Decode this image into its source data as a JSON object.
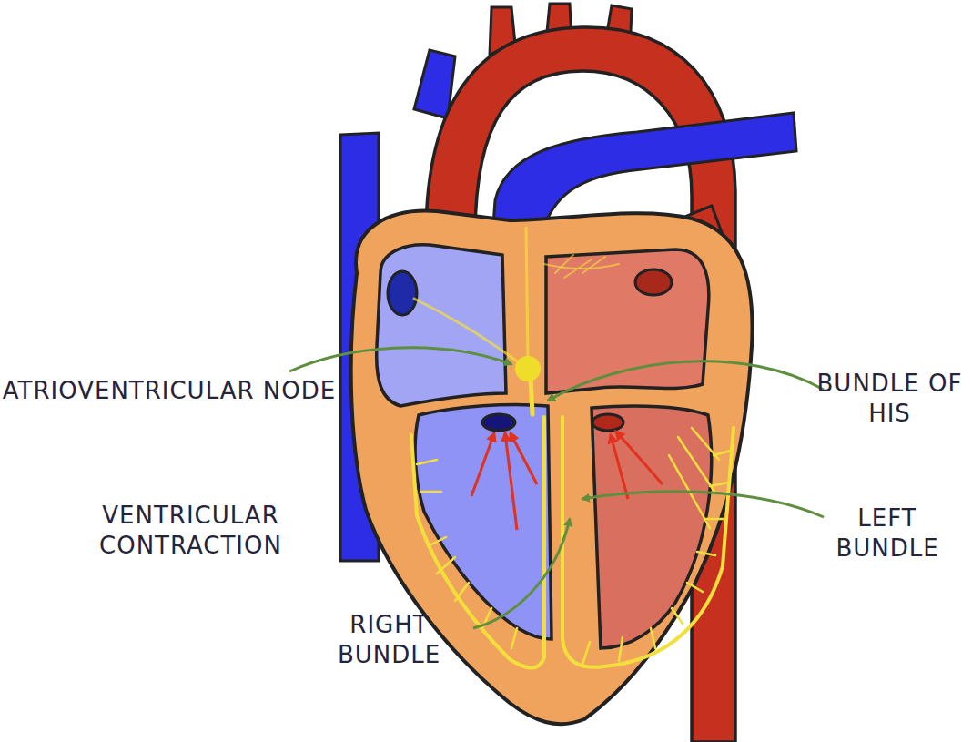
{
  "diagram": {
    "labels": [
      "ATRIOVENTRICULAR NODE",
      "BUNDLE OF HIS",
      "VENTRICULAR CONTRACTION",
      "LEFT BUNDLE",
      "RIGHT BUNDLE"
    ]
  }
}
